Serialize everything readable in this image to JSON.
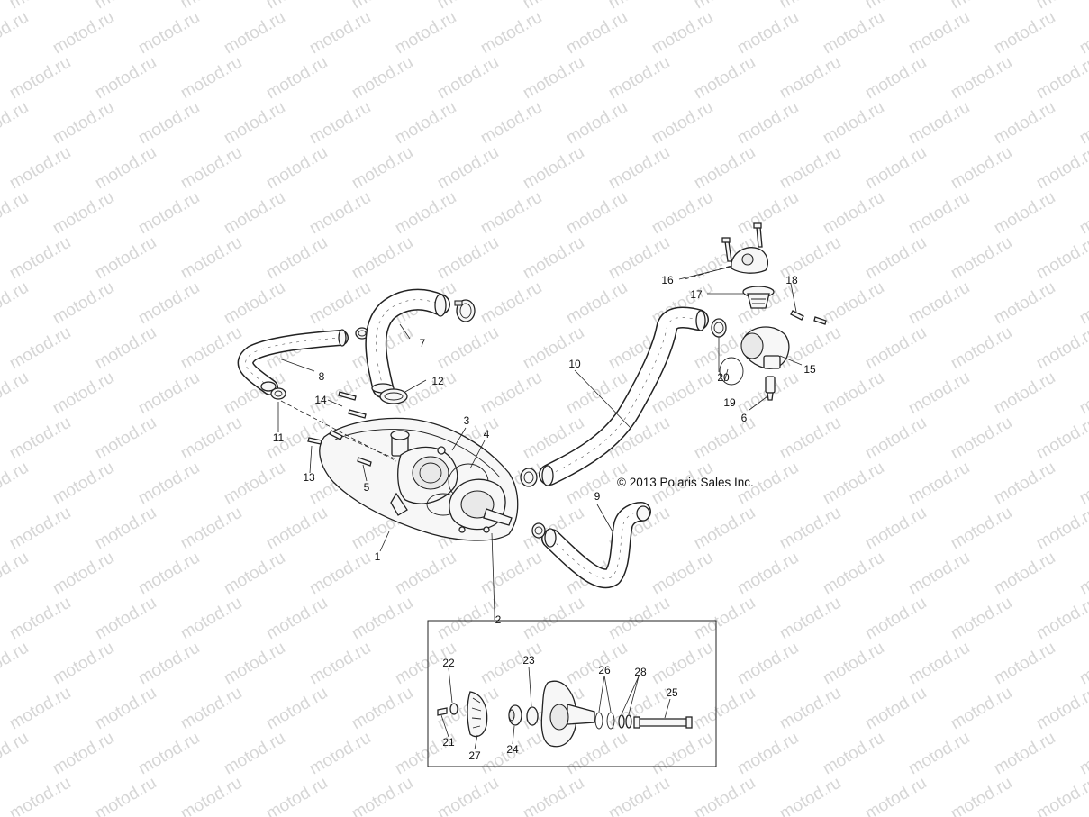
{
  "watermark": {
    "text": "motod.ru",
    "color": "#d6d6d6"
  },
  "copyright": "© 2013 Polaris Sales Inc.",
  "callouts": [
    "1",
    "2",
    "3",
    "4",
    "5",
    "6",
    "7",
    "8",
    "9",
    "10",
    "11",
    "12",
    "13",
    "14",
    "15",
    "16",
    "17",
    "18",
    "19",
    "20",
    "21",
    "22",
    "23",
    "24",
    "25",
    "26",
    "27",
    "28"
  ]
}
